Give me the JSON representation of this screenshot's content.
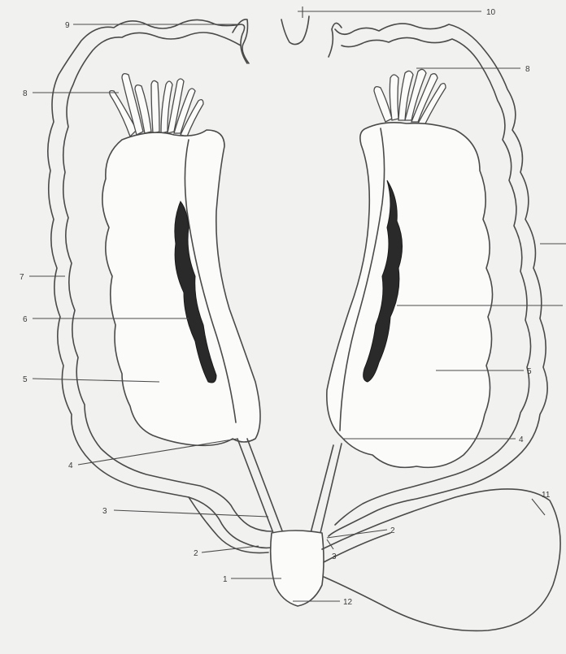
{
  "labels": {
    "l1": "1",
    "l2a": "2",
    "l2b": "2",
    "l3a": "3",
    "l3b": "3",
    "l4a": "4",
    "l4b": "4",
    "l5a": "5",
    "l5b": "5",
    "l6": "6",
    "l7": "7",
    "l8a": "8",
    "l8b": "8",
    "l9": "9",
    "l10": "10",
    "l11": "11",
    "l12": "12"
  }
}
